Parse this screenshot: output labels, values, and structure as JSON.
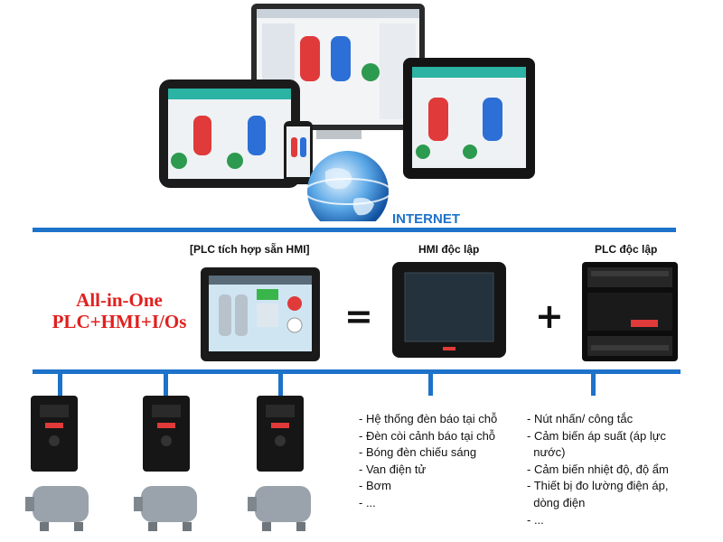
{
  "internet_label": "INTERNET",
  "devices": {
    "all_in_one_label": "[PLC tích hợp sẵn HMI]",
    "hmi_label": "HMI độc lập",
    "plc_label": "PLC độc lập"
  },
  "all_in_one": {
    "line1": "All-in-One",
    "line2": "PLC+HMI+I/Os"
  },
  "operators": {
    "equals": "=",
    "plus": "+"
  },
  "hmi_outputs": [
    "- Hệ thống đèn báo tại chỗ",
    "- Đèn còi cảnh báo tại chỗ",
    "- Bóng đèn chiếu sáng",
    "- Van điện tử",
    "- Bơm",
    "- ..."
  ],
  "plc_inputs": [
    "- Nút nhấn/ công tắc",
    "- Cảm biến áp suất (áp lực",
    "  nước)",
    "- Cảm biến nhiệt độ, độ ẩm",
    "- Thiết bị đo lường điện áp,",
    "  dòng điện",
    "- ..."
  ],
  "colors": {
    "network_line": "#1d72c9",
    "accent_red": "#e0201e"
  }
}
